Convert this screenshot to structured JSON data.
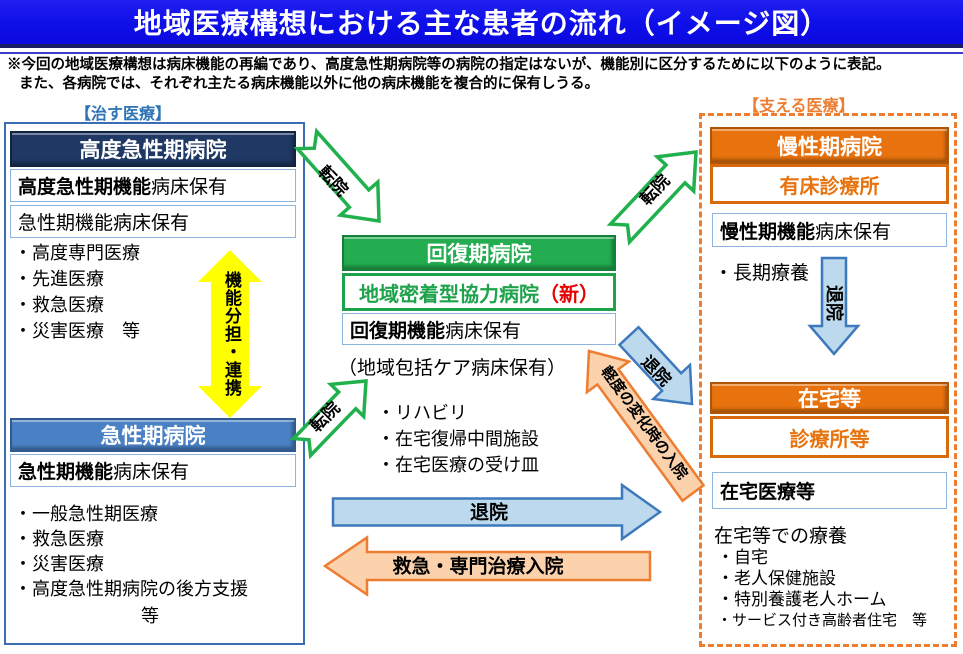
{
  "title": "地域医療構想における主な患者の流れ（イメージ図）",
  "note": {
    "line1": "※今回の地域医療構想は病床機能の再編であり、高度急性期病院等の病院の指定はないが、機能別に区分するために以下のように表記。",
    "line2": "また、各病院では、それぞれ主たる病床機能以外に他の病床機能を複合的に保有しうる。"
  },
  "left_section": {
    "label": "【治す医療】",
    "advanced_acute_hospital": "高度急性期病院",
    "advanced_acute_bed_bold": "高度急性期機能",
    "advanced_acute_bed_rest": "病床保有",
    "acute_bed_plain": "急性期機能病床保有",
    "bullets": [
      "・高度専門医療",
      "・先進医療",
      "・救急医療",
      "・災害医療　等"
    ],
    "function_share_arrow": "機能分担・連携",
    "acute_hospital": "急性期病院",
    "acute_bed_bold": "急性期機能",
    "acute_bed_rest": "病床保有",
    "acute_bullets": [
      "・一般急性期医療",
      "・救急医療",
      "・災害医療",
      "・高度急性期病院の後方支援"
    ],
    "acute_bullets_tail": "等"
  },
  "center_section": {
    "recovery_hospital": "回復期病院",
    "community_hospital": "地域密着型協力病院",
    "community_hospital_new": "（新）",
    "recovery_bed_bold": "回復期機能",
    "recovery_bed_rest": "病床保有",
    "care_bed_note": "（地域包括ケア病床保有）",
    "bullets": [
      "・リハビリ",
      "・在宅復帰中間施設",
      "・在宅医療の受け皿"
    ]
  },
  "right_section": {
    "label": "【支える医療】",
    "chronic_hospital": "慢性期病院",
    "clinic_with_beds": "有床診療所",
    "chronic_bed_bold": "慢性期機能",
    "chronic_bed_rest": "病床保有",
    "chronic_bullet": "・長期療養",
    "home_care": "在宅等",
    "clinics": "診療所等",
    "home_medical": "在宅医療等",
    "home_care_title": "在宅等での療養",
    "home_bullets": [
      "・自宅",
      "・老人保健施設",
      "・特別養護老人ホーム",
      "・サービス付き高齢者住宅　等"
    ]
  },
  "arrows": {
    "transfer": "転院",
    "discharge": "退院",
    "emergency_admission": "救急・専門治療入院",
    "mild_change_admission": "軽度の変化時の入院"
  },
  "colors": {
    "title_bar_blue": "#0E0EE8",
    "navy_header": "#1F3864",
    "blue_header": "#4A80C4",
    "green_header": "#23AC50",
    "orange_header": "#E8730E",
    "section_label_blue": "#2E74B5",
    "section_label_orange": "#ED7D31",
    "box_border_light_blue": "#8EB4DE",
    "green_arrow_stroke": "#21B14C",
    "blue_arrow_fill": "#BDD9ED",
    "blue_arrow_stroke": "#3D79BC",
    "orange_arrow_fill": "#FBD2AC",
    "orange_arrow_stroke": "#ED7D31",
    "yellow_arrow": "#FFFF00",
    "new_label_red": "#E60000"
  }
}
